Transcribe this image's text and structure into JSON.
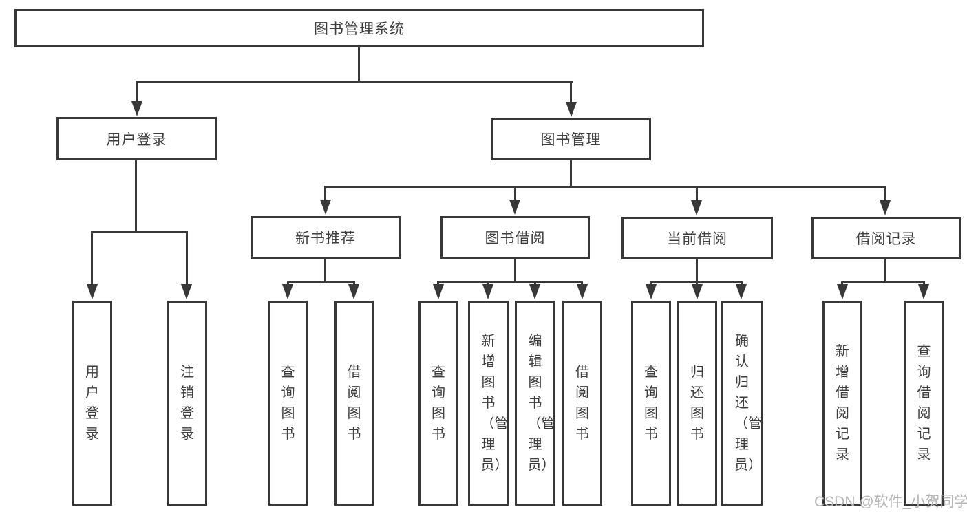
{
  "diagram": {
    "title": "图书管理系统",
    "tree": {
      "label": "图书管理系统",
      "children": [
        {
          "label": "用户登录",
          "children": [
            {
              "label": "用户登录"
            },
            {
              "label": "注销登录"
            }
          ]
        },
        {
          "label": "图书管理",
          "children": [
            {
              "label": "新书推荐",
              "children": [
                {
                  "label": "查询图书"
                },
                {
                  "label": "借阅图书"
                }
              ]
            },
            {
              "label": "图书借阅",
              "children": [
                {
                  "label": "查询图书"
                },
                {
                  "label": "新增图书（管理员）"
                },
                {
                  "label": "编辑图书（管理员）"
                },
                {
                  "label": "借阅图书"
                }
              ]
            },
            {
              "label": "当前借阅",
              "children": [
                {
                  "label": "查询图书"
                },
                {
                  "label": "归还图书"
                },
                {
                  "label": "确认归还（管理员）"
                }
              ]
            },
            {
              "label": "借阅记录",
              "children": [
                {
                  "label": "新增借阅记录"
                },
                {
                  "label": "查询借阅记录"
                }
              ]
            }
          ]
        }
      ]
    }
  },
  "watermark": {
    "text": "CSDN @软件_小贺同学"
  },
  "colors": {
    "line": "#383838",
    "box_border": "#383838",
    "text": "#3c3c3c",
    "watermark": "#b6b6b6",
    "background": "#ffffff"
  }
}
